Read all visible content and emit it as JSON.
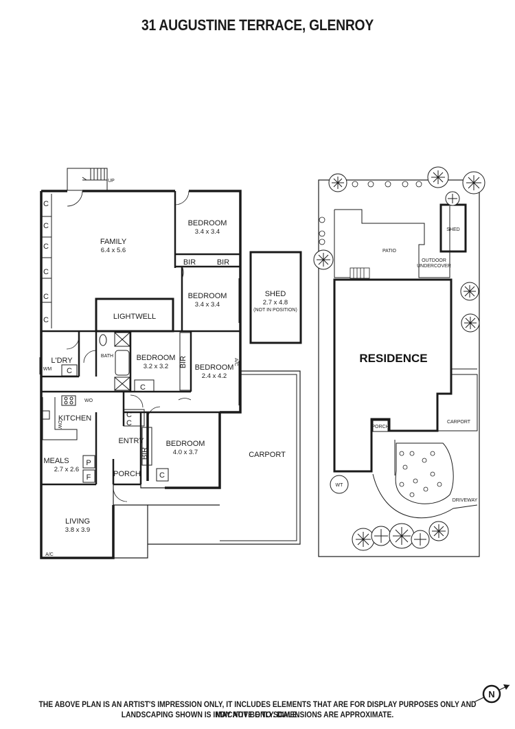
{
  "title": "31 AUGUSTINE TERRACE, GLENROY",
  "floor_plan": {
    "rooms": {
      "family": {
        "name": "FAMILY",
        "dims": "6.4 x 5.6"
      },
      "bedroom1": {
        "name": "BEDROOM",
        "dims": "3.4 x 3.4"
      },
      "bedroom2": {
        "name": "BEDROOM",
        "dims": "3.4 x 3.4"
      },
      "bedroom3": {
        "name": "BEDROOM",
        "dims": "3.2 x 3.2"
      },
      "bedroom4": {
        "name": "BEDROOM",
        "dims": "2.4 x 4.2"
      },
      "bedroom5": {
        "name": "BEDROOM",
        "dims": "4.0 x 3.7"
      },
      "meals": {
        "name": "MEALS",
        "dims": "2.7 x 2.6"
      },
      "living": {
        "name": "LIVING",
        "dims": "3.8 x 3.9"
      },
      "kitchen": {
        "name": "KITCHEN"
      },
      "laundry": {
        "name": "L'DRY"
      },
      "bath": {
        "name": "BATH"
      },
      "lightwell": {
        "name": "LIGHTWELL"
      },
      "entry": {
        "name": "ENTRY"
      },
      "porch": {
        "name": "PORCH"
      },
      "carport": {
        "name": "CARPORT"
      },
      "shed": {
        "name": "SHED",
        "dims": "2.7 x 4.8",
        "note": "(NOT IN POSITION)"
      }
    },
    "fixtures": {
      "cupboard": "C",
      "bir": "BIR",
      "pantry": "P",
      "fridge": "F",
      "wm": "WM",
      "wo": "WO",
      "dw": "DW",
      "ac": "A/C",
      "up": "UP"
    }
  },
  "site_plan": {
    "residence": "RESIDENCE",
    "shed": "SHED",
    "patio": "PATIO",
    "outdoor_undercover_1": "OUTDOOR",
    "outdoor_undercover_2": "UNDERCOVER",
    "carport": "CARPORT",
    "porch": "PORCH",
    "driveway": "DRIVEWAY",
    "wt": "WT"
  },
  "north_label": "N",
  "footer": {
    "line1": "THE ABOVE PLAN IS AN ARTIST'S IMPRESSION ONLY, IT INCLUDES ELEMENTS THAT ARE FOR DISPLAY PURPOSES ONLY AND MAY NOT BE TO SCALE.",
    "line2": "LANDSCAPING SHOWN IS INDICATIVE ONLY. DIMENSIONS ARE APPROXIMATE."
  }
}
